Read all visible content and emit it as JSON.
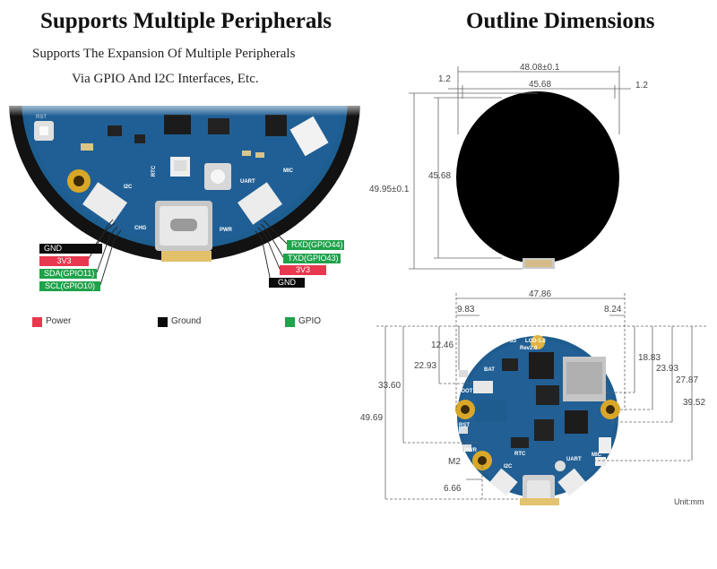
{
  "left": {
    "title": "Supports Multiple Peripherals",
    "subtitle_line1": "Supports The Expansion Of Multiple Peripherals",
    "subtitle_line2": "Via GPIO And I2C Interfaces, Etc.",
    "board_labels": {
      "rst": "RST",
      "rtc": "RTC",
      "i2c": "I2C",
      "uart": "UART",
      "mic": "MIC",
      "chg": "CHG",
      "pwr": "PWR"
    },
    "left_pins": [
      {
        "label": "GND",
        "type": "ground"
      },
      {
        "label": "3V3",
        "type": "power"
      },
      {
        "label": "SDA(GPIO11)",
        "type": "gpio"
      },
      {
        "label": "SCL(GPIO10)",
        "type": "gpio"
      }
    ],
    "right_pins": [
      {
        "label": "RXD(GPIO44)",
        "type": "gpio"
      },
      {
        "label": "TXD(GPIO43)",
        "type": "gpio"
      },
      {
        "label": "3V3",
        "type": "power"
      },
      {
        "label": "GND",
        "type": "ground"
      }
    ],
    "legend": [
      {
        "label": "Power",
        "color": "#e8384f"
      },
      {
        "label": "Ground",
        "color": "#0b0b0b"
      },
      {
        "label": "GPIO",
        "color": "#1ea24a"
      }
    ]
  },
  "right": {
    "title": "Outline Dimensions",
    "top_view": {
      "width_total": "48.08±0.1",
      "width_inner": "45.68",
      "edge_left": "1.2",
      "edge_right": "1.2",
      "height_inner": "45.68",
      "height_total": "49.95±0.1"
    },
    "bottom_view": {
      "width": "47.86",
      "offset_left": "9.83",
      "offset_right": "8.24",
      "left_dims": [
        "12.46",
        "22.93",
        "33.60",
        "49.69"
      ],
      "right_dims": [
        "18.83",
        "23.93",
        "27.87",
        "39.52"
      ],
      "bottom_dim": "6.66",
      "hole_label": "M2",
      "unit": "Unit:mm",
      "board_labels": {
        "model": "ESP32-S3",
        "lcd": "LCD-1.8",
        "rev": "Rev2.0",
        "bat": "BAT",
        "boot": "BOOT",
        "rst": "RST",
        "pwr": "PWR",
        "rtc": "RTC",
        "i2c": "I2C",
        "uart": "UART",
        "mic": "MIC"
      }
    }
  }
}
